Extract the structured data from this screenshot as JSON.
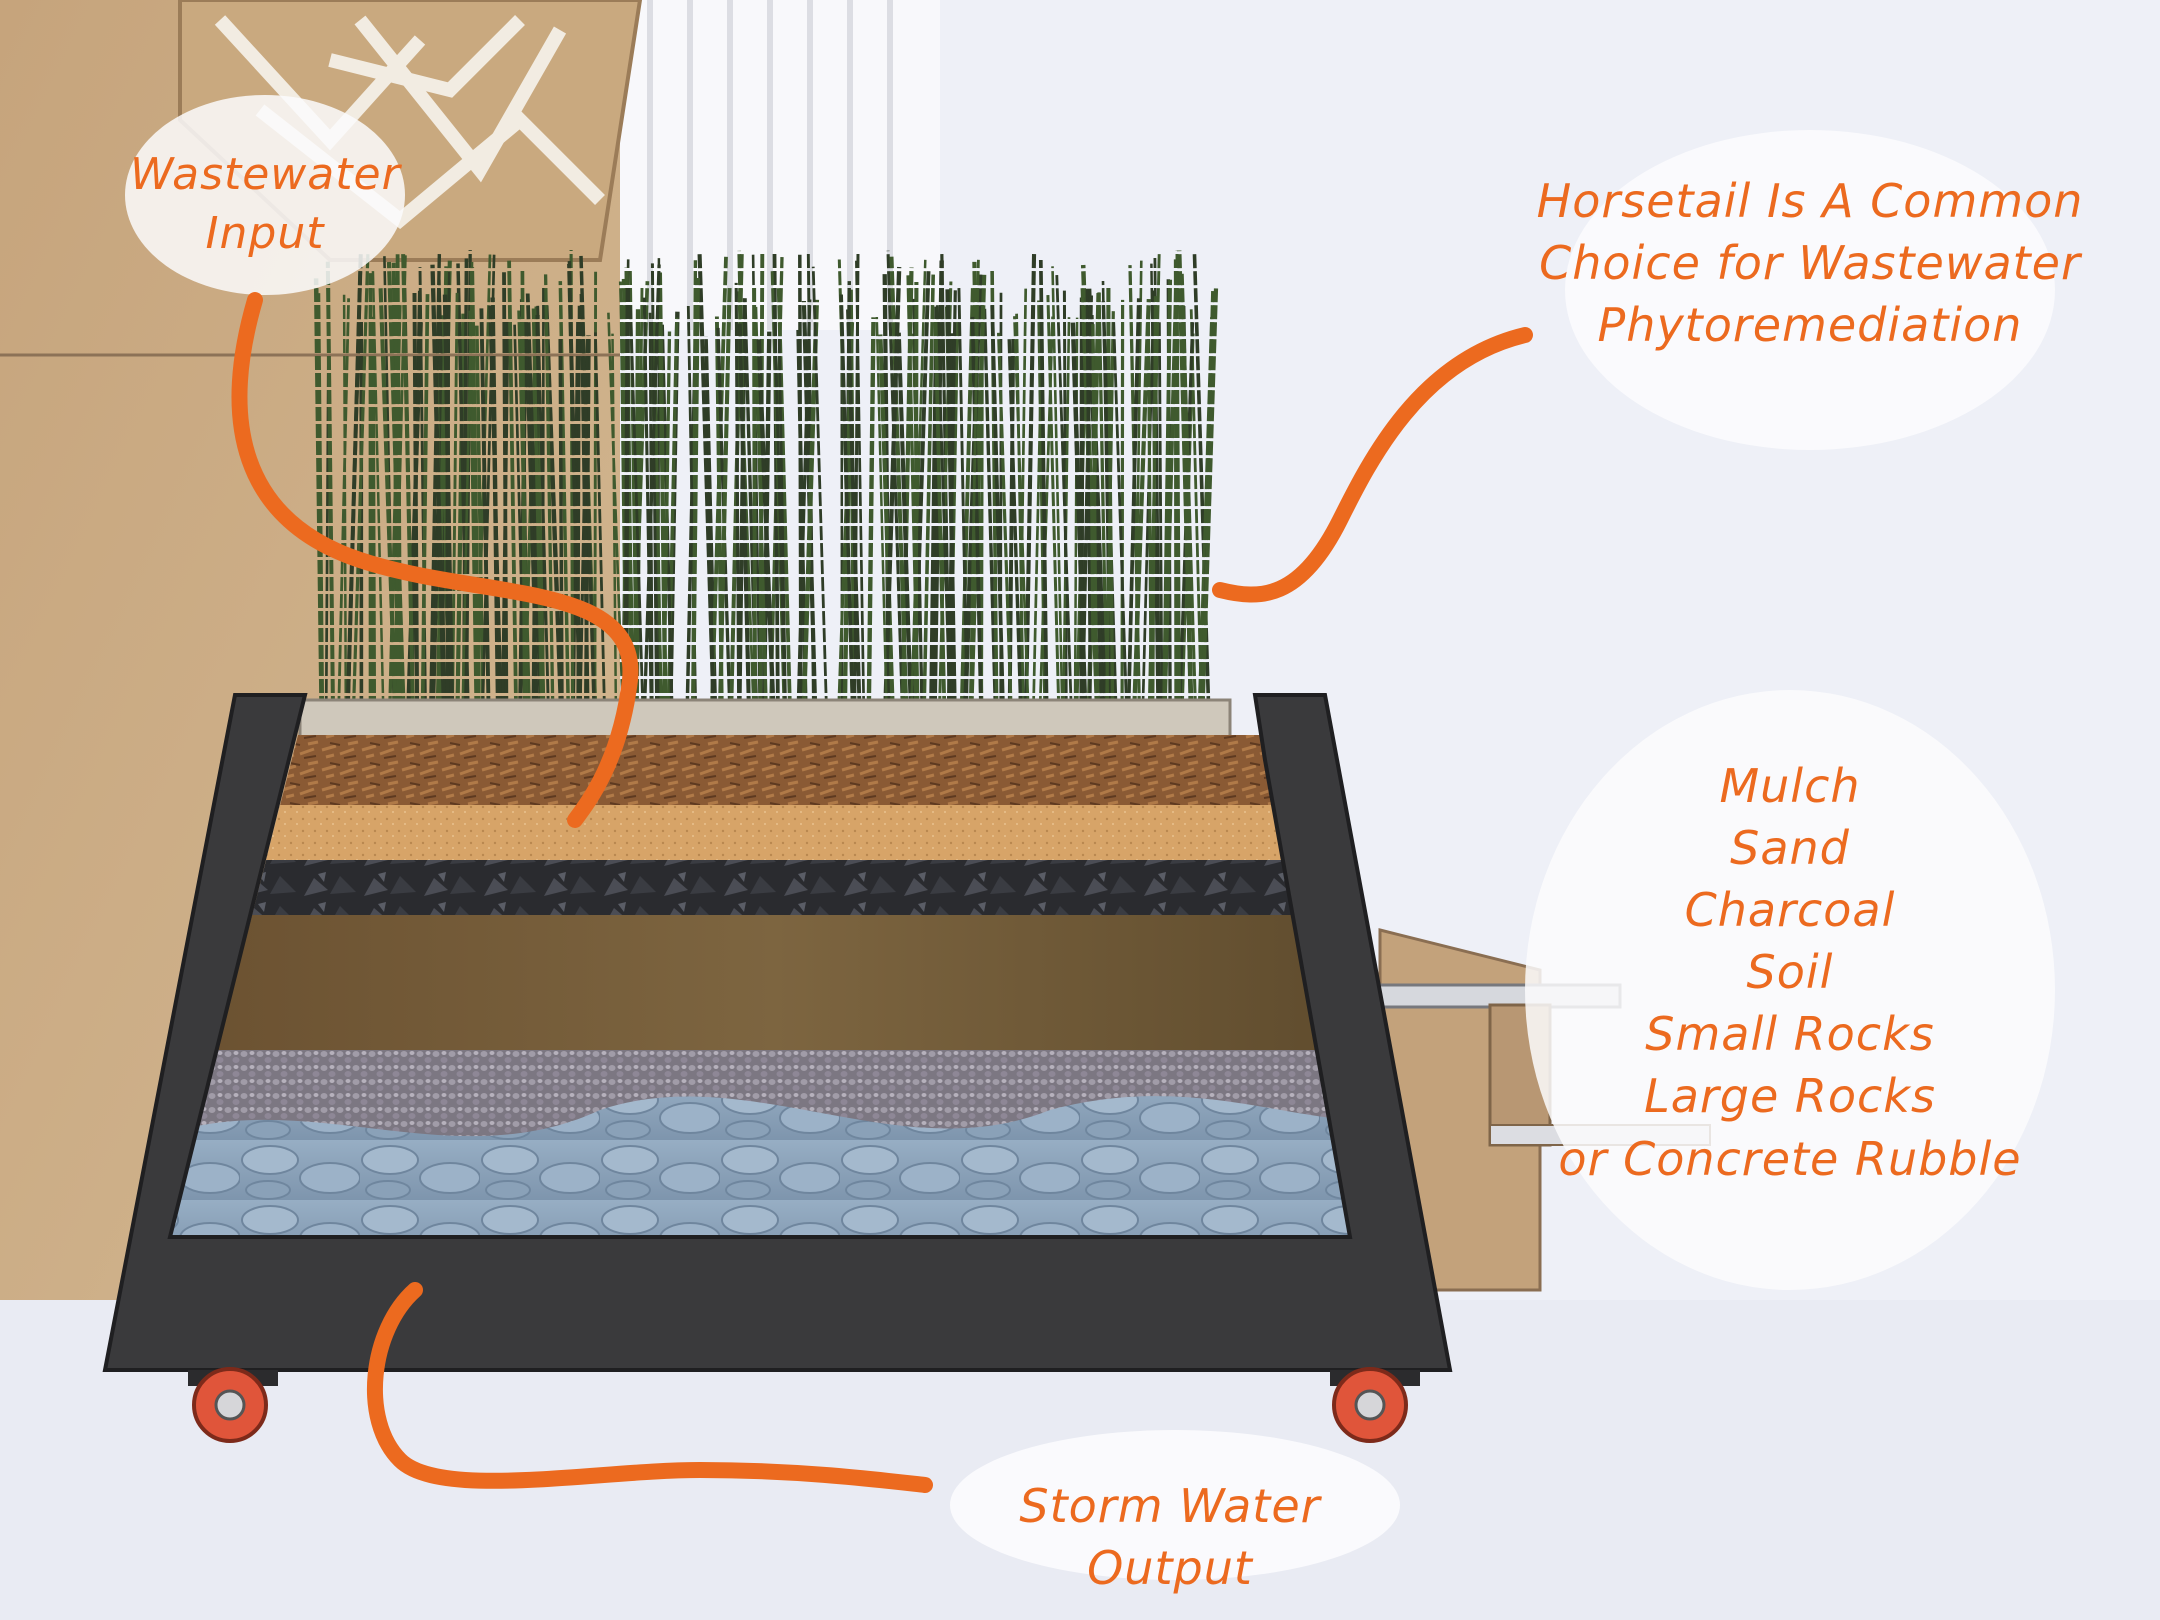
{
  "labels": {
    "wastewater_input": [
      "Wastewater",
      "Input"
    ],
    "horsetail_note": [
      "Horsetail Is A Common",
      "Choice for Wastewater",
      "Phytoremediation"
    ],
    "storm_water_output": "Storm Water Output"
  },
  "layers": [
    "Mulch",
    "Sand",
    "Charcoal",
    "Soil",
    "Small Rocks",
    "Large Rocks",
    "or Concrete Rubble"
  ],
  "colors": {
    "accent": "#ec6a1f",
    "background": "#eef0f7",
    "planter_frame": "#3a3a3c",
    "wood_wall": "#c9a882",
    "mulch": "#8a5a34",
    "sand": "#d9a56a",
    "charcoal": "#2c2d31",
    "soil": "#6f5634",
    "small_rocks": "#8d8a94",
    "large_rocks": "#8ea6be",
    "horsetail": "#3f5a2e",
    "wheel": "#e0553a"
  }
}
